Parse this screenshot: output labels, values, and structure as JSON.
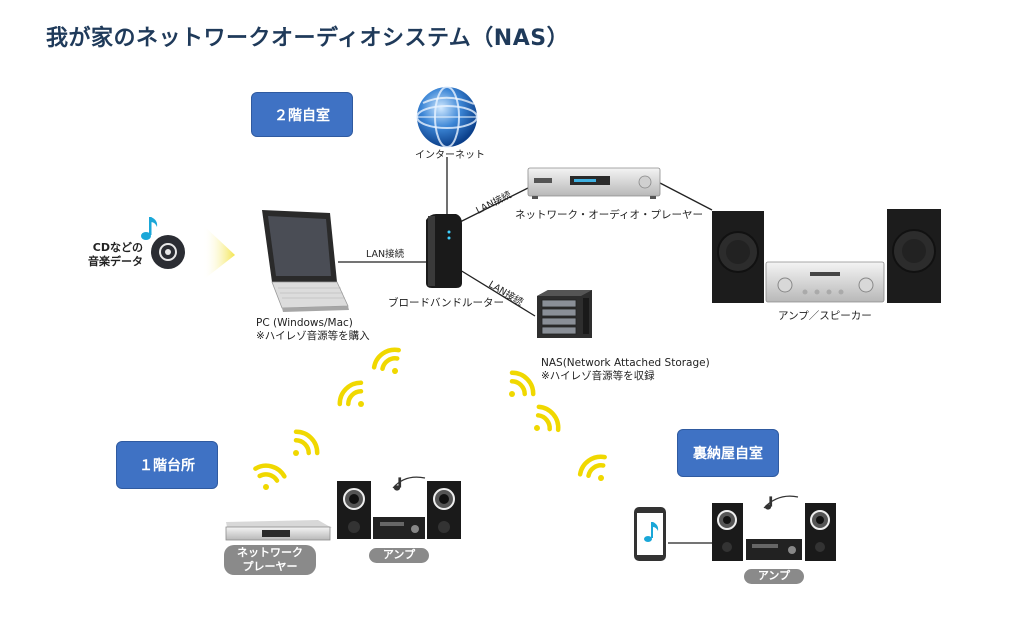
{
  "title": "我が家のネットワークオーディオシステム（NAS）",
  "rooms": {
    "room2": "２階自室",
    "room1": "１階台所",
    "attic": "裏納屋自室"
  },
  "labels": {
    "internet": "インターネット",
    "cd_line1": "CDなどの",
    "cd_line2": "音楽データ",
    "pc_line1": "PC (Windows/Mac)",
    "pc_line2": "※ハイレゾ音源等を購入",
    "router": "ブロードバンドルーター",
    "player": "ネットワーク・オーディオ・プレーヤー",
    "amp_speaker": "アンプ／スピーカー",
    "nas_line1": "NAS(Network Attached Storage)",
    "nas_line2": "※ハイレゾ音源等を収録",
    "lan1": "LAN接続",
    "lan2": "LAN接続",
    "lan3": "LAN接続",
    "net_player_line1": "ネットワーク",
    "net_player_line2": "プレーヤー",
    "amp_kitchen": "アンプ",
    "amp_attic": "アンプ"
  },
  "colors": {
    "room_badge": "#3f72c4",
    "wifi": "#f0d800",
    "title": "#1f3a5a"
  }
}
